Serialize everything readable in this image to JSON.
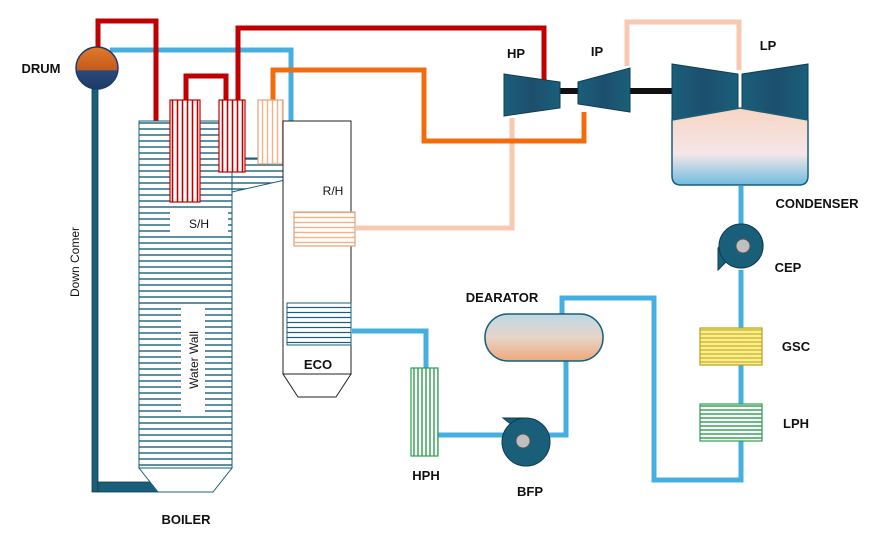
{
  "labels": {
    "drum": "DRUM",
    "down_comer": "Down Comer",
    "boiler": "BOILER",
    "superheater": "S/H",
    "water_wall": "Water Wall",
    "reheater": "R/H",
    "economizer": "ECO",
    "hp": "HP",
    "ip": "IP",
    "lp": "LP",
    "condenser": "CONDENSER",
    "cep": "CEP",
    "gsc": "GSC",
    "lph": "LPH",
    "dearator": "DEARATOR",
    "bfp": "BFP",
    "hph": "HPH"
  },
  "colors": {
    "main_steam": "#c00000",
    "reheat_hot": "#f26c0d",
    "reheat_cold": "#f8c9b0",
    "feedwater": "#45b0e0",
    "equipment_dark": "#1a5f7a",
    "gsc_fill": "#fdf08a",
    "hph_lph_fill": "#2e9d4e"
  }
}
